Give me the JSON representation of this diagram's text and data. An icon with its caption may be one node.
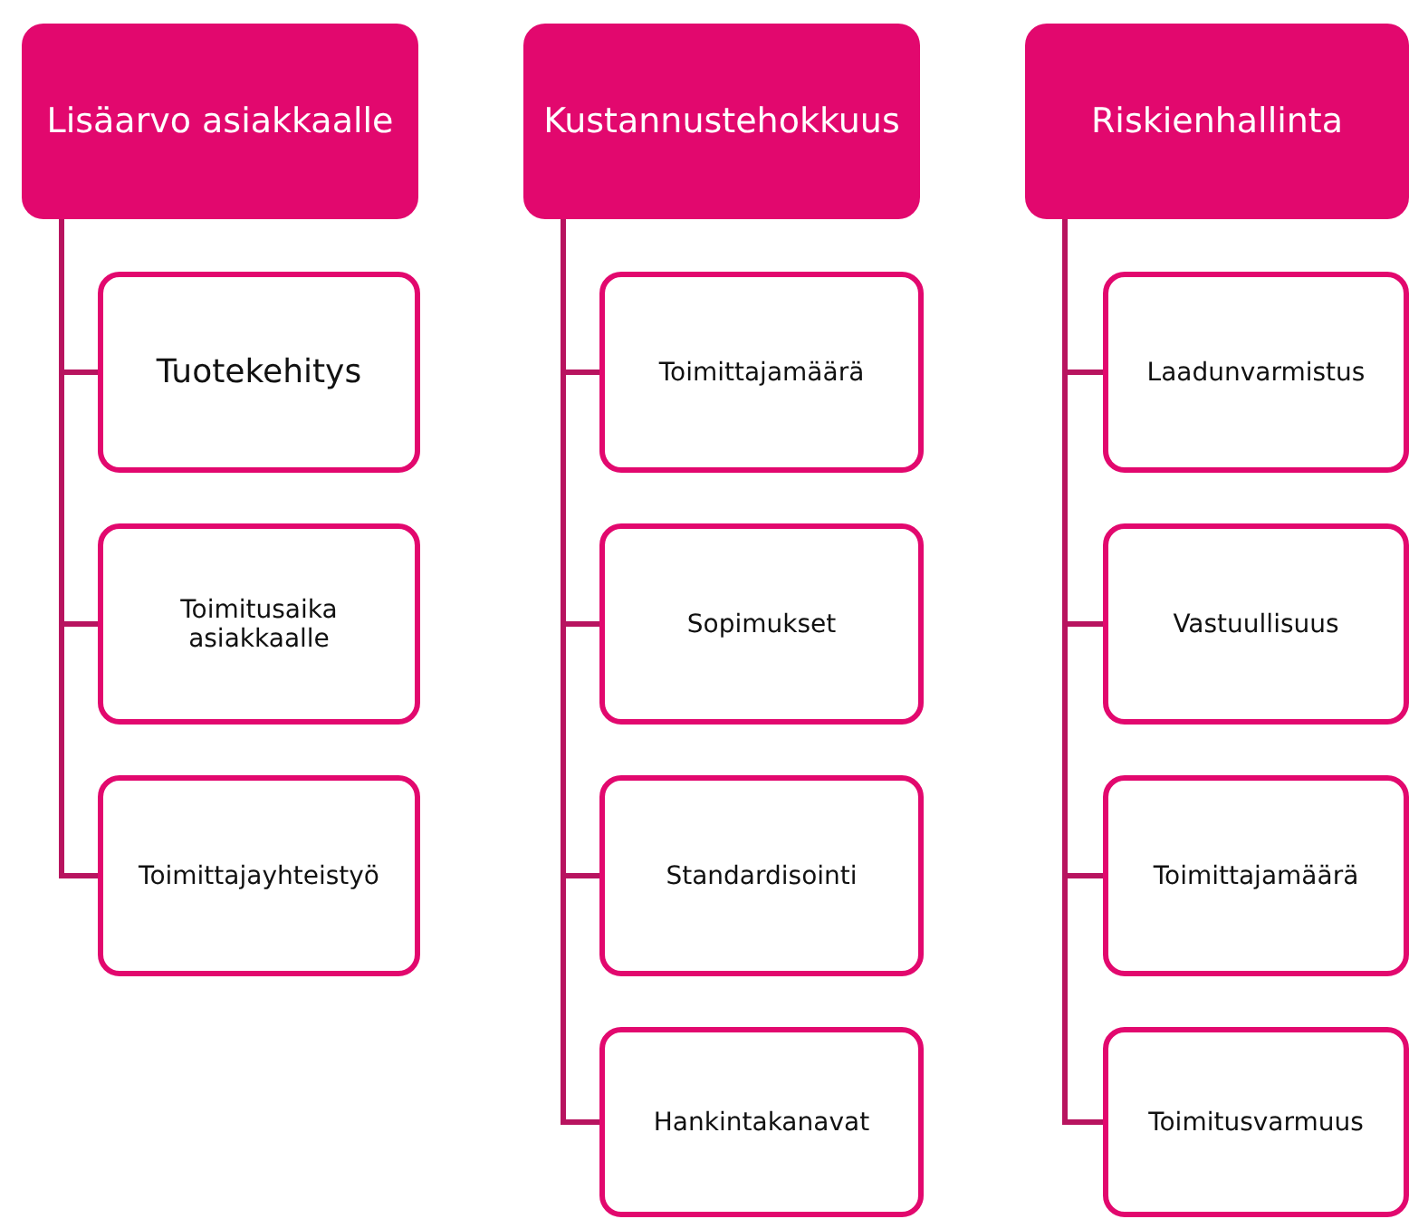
{
  "diagram": {
    "nodes": [
      {
        "text": [
          "Lisäarvo asiakkaalle"
        ]
      },
      {
        "text": [
          "Tuotekehitys"
        ]
      },
      {
        "text": [
          "Toimitusaika asiakkaalle"
        ]
      },
      {
        "text": [
          "Toimittajayhteistyö"
        ]
      },
      {
        "text": [
          "Kustannustehokkuus"
        ]
      },
      {
        "text": [
          "Toimittajamäärä"
        ]
      },
      {
        "text": [
          "Sopimukset"
        ]
      },
      {
        "text": [
          "Standardisointi"
        ]
      },
      {
        "text": [
          "Hankintakanavat"
        ]
      },
      {
        "text": [
          "Riskienhallinta"
        ]
      },
      {
        "text": [
          "Laadunvarmistus"
        ]
      },
      {
        "text": [
          "Vastuullisuus"
        ]
      },
      {
        "text": [
          "Toimittajamäärä"
        ]
      },
      {
        "text": [
          "Toimitusvarmuus"
        ]
      }
    ],
    "edges": [
      {
        "from": 0,
        "to": 1,
        "arrow": "none"
      },
      {
        "from": 0,
        "to": 2,
        "arrow": "none"
      },
      {
        "from": 0,
        "to": 3,
        "arrow": "none"
      },
      {
        "from": 4,
        "to": 5,
        "arrow": "none"
      },
      {
        "from": 4,
        "to": 6,
        "arrow": "none"
      },
      {
        "from": 4,
        "to": 7,
        "arrow": "none"
      },
      {
        "from": 4,
        "to": 8,
        "arrow": "none"
      },
      {
        "from": 9,
        "to": 10,
        "arrow": "none"
      },
      {
        "from": 9,
        "to": 11,
        "arrow": "none"
      },
      {
        "from": 9,
        "to": 12,
        "arrow": "none"
      },
      {
        "from": 9,
        "to": 13,
        "arrow": "none"
      }
    ]
  }
}
